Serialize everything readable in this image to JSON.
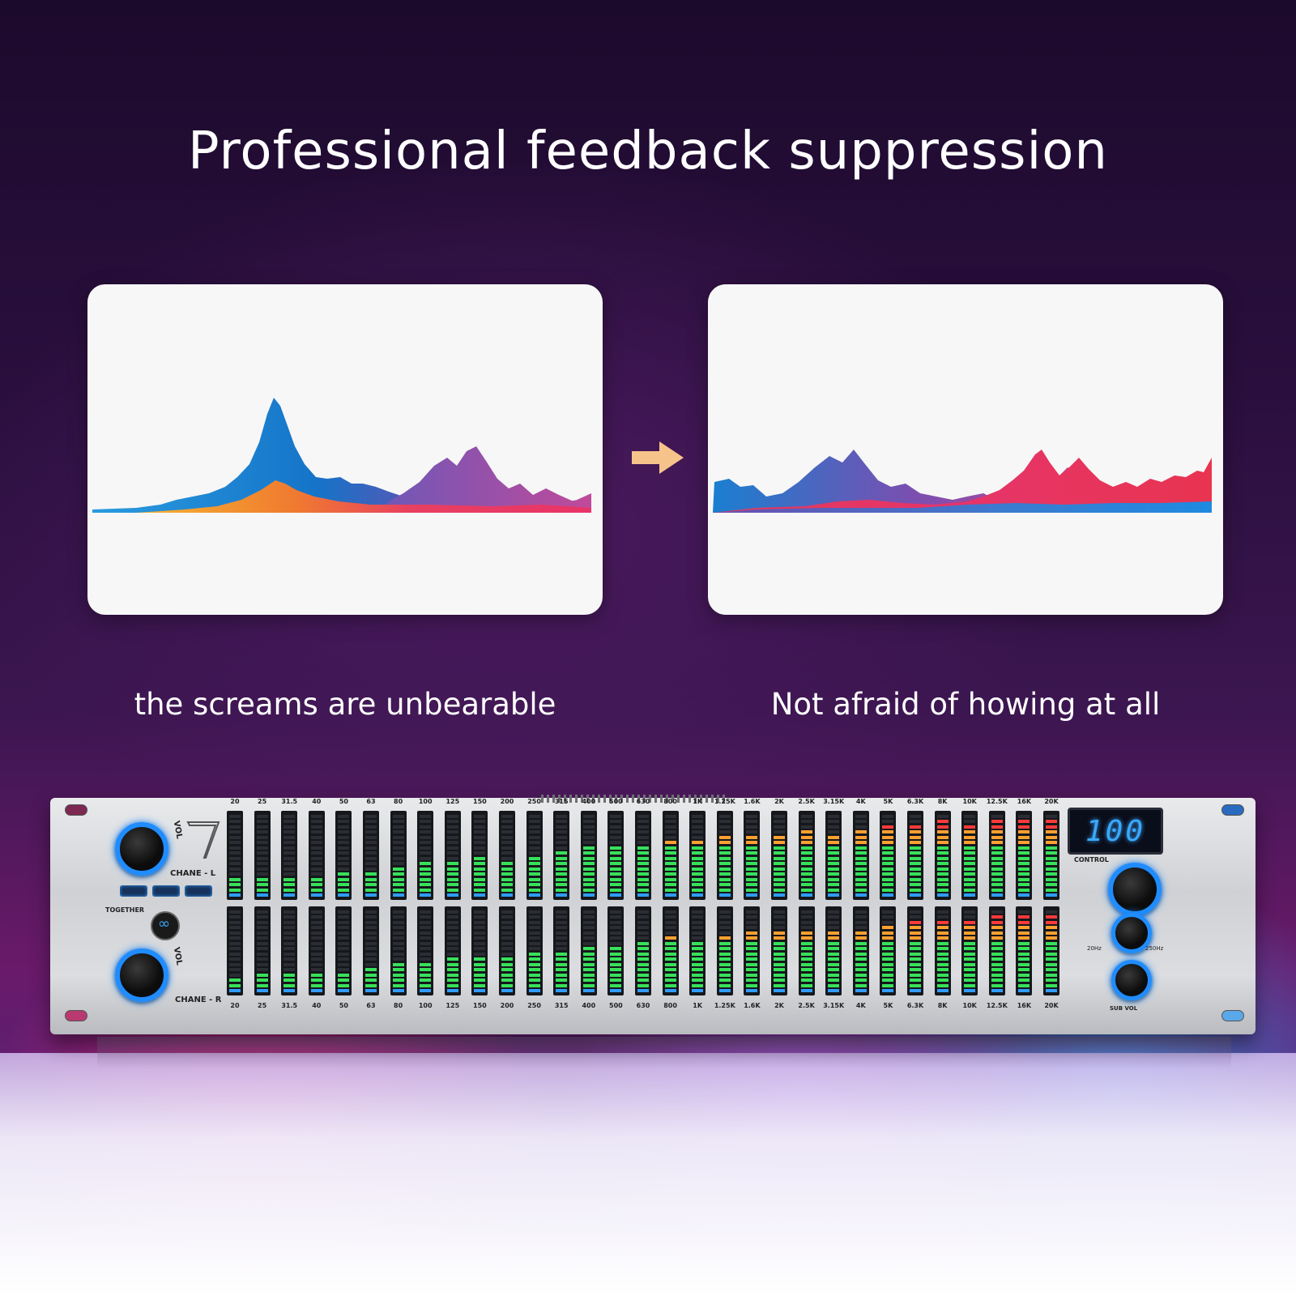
{
  "title": "Professional feedback suppression",
  "captions": {
    "left": "the screams are unbearable",
    "right": "Not afraid of howing at all"
  },
  "colors": {
    "blue": "#1a7fd0",
    "purple": "#8a4fa8",
    "pink": "#e63468",
    "orange": "#f28a2a",
    "arrow": "#f6c48b",
    "led_blue": "#3aa8ff"
  },
  "device": {
    "display_value": "100",
    "labels": {
      "chan_l": "CHANE - L",
      "chan_r": "CHANE - R",
      "together": "TOGETHER",
      "control": "CONTROL",
      "vol": "VOL",
      "freq_low": "20Hz",
      "freq_high": "250Hz",
      "sub_vol": "SUB VOL"
    },
    "bands": [
      "20",
      "25",
      "31.5",
      "40",
      "50",
      "63",
      "80",
      "100",
      "125",
      "150",
      "200",
      "250",
      "315",
      "400",
      "500",
      "630",
      "800",
      "1K",
      "1.25K",
      "1.6K",
      "2K",
      "2.5K",
      "3.15K",
      "4K",
      "5K",
      "6.3K",
      "8K",
      "10K",
      "12.5K",
      "16K",
      "20K"
    ],
    "top_levels": [
      0.22,
      0.24,
      0.28,
      0.26,
      0.3,
      0.32,
      0.4,
      0.42,
      0.46,
      0.48,
      0.44,
      0.52,
      0.56,
      0.6,
      0.62,
      0.64,
      0.7,
      0.68,
      0.72,
      0.74,
      0.78,
      0.8,
      0.76,
      0.82,
      0.86,
      0.88,
      0.92,
      0.9,
      0.94,
      0.96,
      0.95
    ],
    "bottom_levels": [
      0.2,
      0.22,
      0.26,
      0.24,
      0.28,
      0.3,
      0.36,
      0.4,
      0.42,
      0.46,
      0.42,
      0.5,
      0.52,
      0.56,
      0.58,
      0.6,
      0.66,
      0.64,
      0.68,
      0.72,
      0.74,
      0.76,
      0.72,
      0.78,
      0.84,
      0.86,
      0.9,
      0.88,
      0.92,
      0.94,
      0.93
    ]
  }
}
